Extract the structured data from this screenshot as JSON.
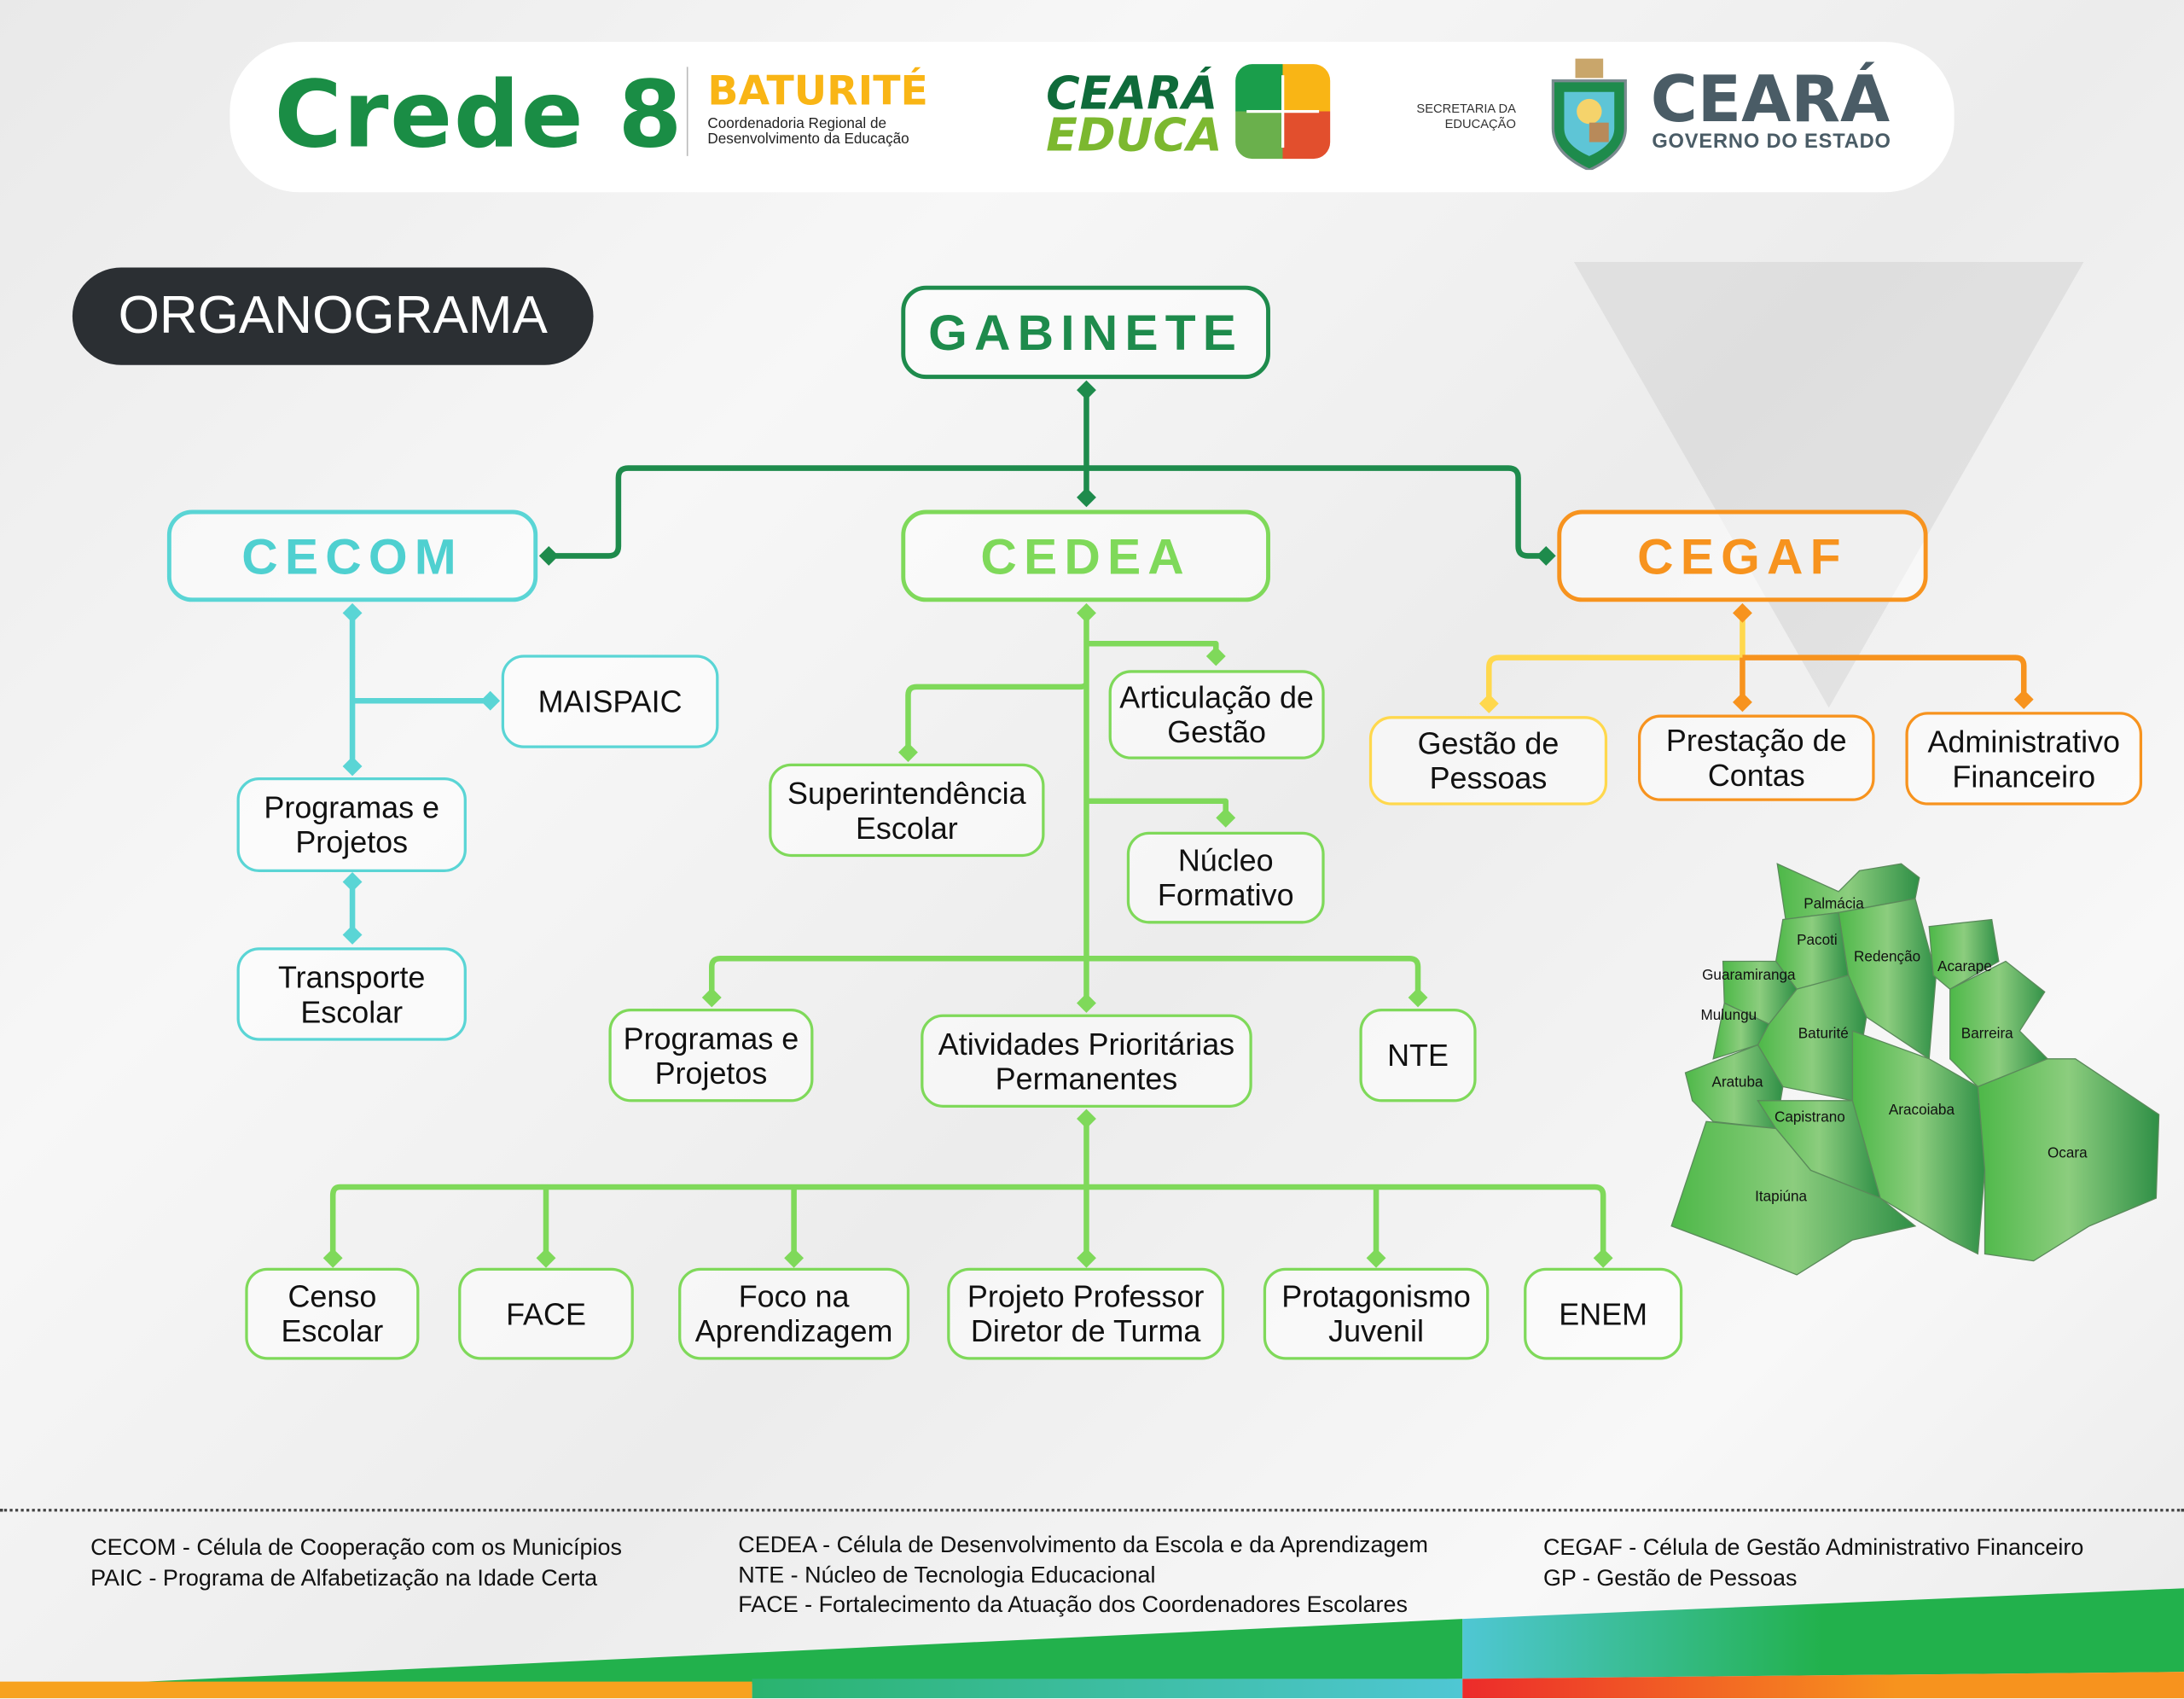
{
  "header": {
    "crede": "Crede 8",
    "region": "BATURITÉ",
    "region_subtitle": [
      "Coordenadoria Regional de",
      "Desenvolvimento da Educação"
    ],
    "ceara_educa": [
      "CEARÁ",
      "EDUCA"
    ],
    "secretaria": [
      "SECRETARIA DA",
      "EDUCAÇÃO"
    ],
    "state": "CEARÁ",
    "government": "GOVERNO DO ESTADO"
  },
  "title": "ORGANOGRAMA",
  "org": {
    "gabinete": "GABINETE",
    "cecom": {
      "label": "CECOM",
      "children": [
        "MAISPAIC",
        "Programas e Projetos",
        "Transporte Escolar"
      ]
    },
    "cedea": {
      "label": "CEDEA",
      "children": [
        "Articulação de Gestão",
        "Superintendência Escolar",
        "Núcleo Formativo",
        "Programas e Projetos",
        "Atividades Prioritárias Permanentes",
        "NTE"
      ],
      "app_children": [
        "Censo Escolar",
        "FACE",
        "Foco na Aprendizagem",
        "Projeto Professor Diretor de Turma",
        "Protagonismo Juvenil",
        "ENEM"
      ]
    },
    "cegaf": {
      "label": "CEGAF",
      "children": [
        "Gestão de Pessoas",
        "Prestação de Contas",
        "Administrativo Financeiro"
      ]
    }
  },
  "map": {
    "municipalities": [
      "Palmácia",
      "Pacoti",
      "Redenção",
      "Acarape",
      "Guaramiranga",
      "Mulungu",
      "Baturité",
      "Barreira",
      "Aratuba",
      "Capistrano",
      "Aracoiaba",
      "Ocara",
      "Itapiúna"
    ]
  },
  "legend": {
    "col1": [
      "CECOM - Célula de Cooperação com os Municípios",
      "PAIC - Programa de Alfabetização na Idade Certa"
    ],
    "col2": [
      "CEDEA - Célula de Desenvolvimento da Escola e da Aprendizagem",
      "NTE - Núcleo de Tecnologia Educacional",
      "FACE - Fortalecimento da Atuação dos Coordenadores Escolares"
    ],
    "col3": [
      "CEGAF - Célula de Gestão Administrativo Financeiro",
      "GP - Gestão de Pessoas"
    ]
  },
  "colors": {
    "gabinete": "#1e8b4c",
    "cecom": "#5ad5d5",
    "cedea": "#7fd95a",
    "cegaf": "#f7931e",
    "gp": "#ffd84d"
  }
}
